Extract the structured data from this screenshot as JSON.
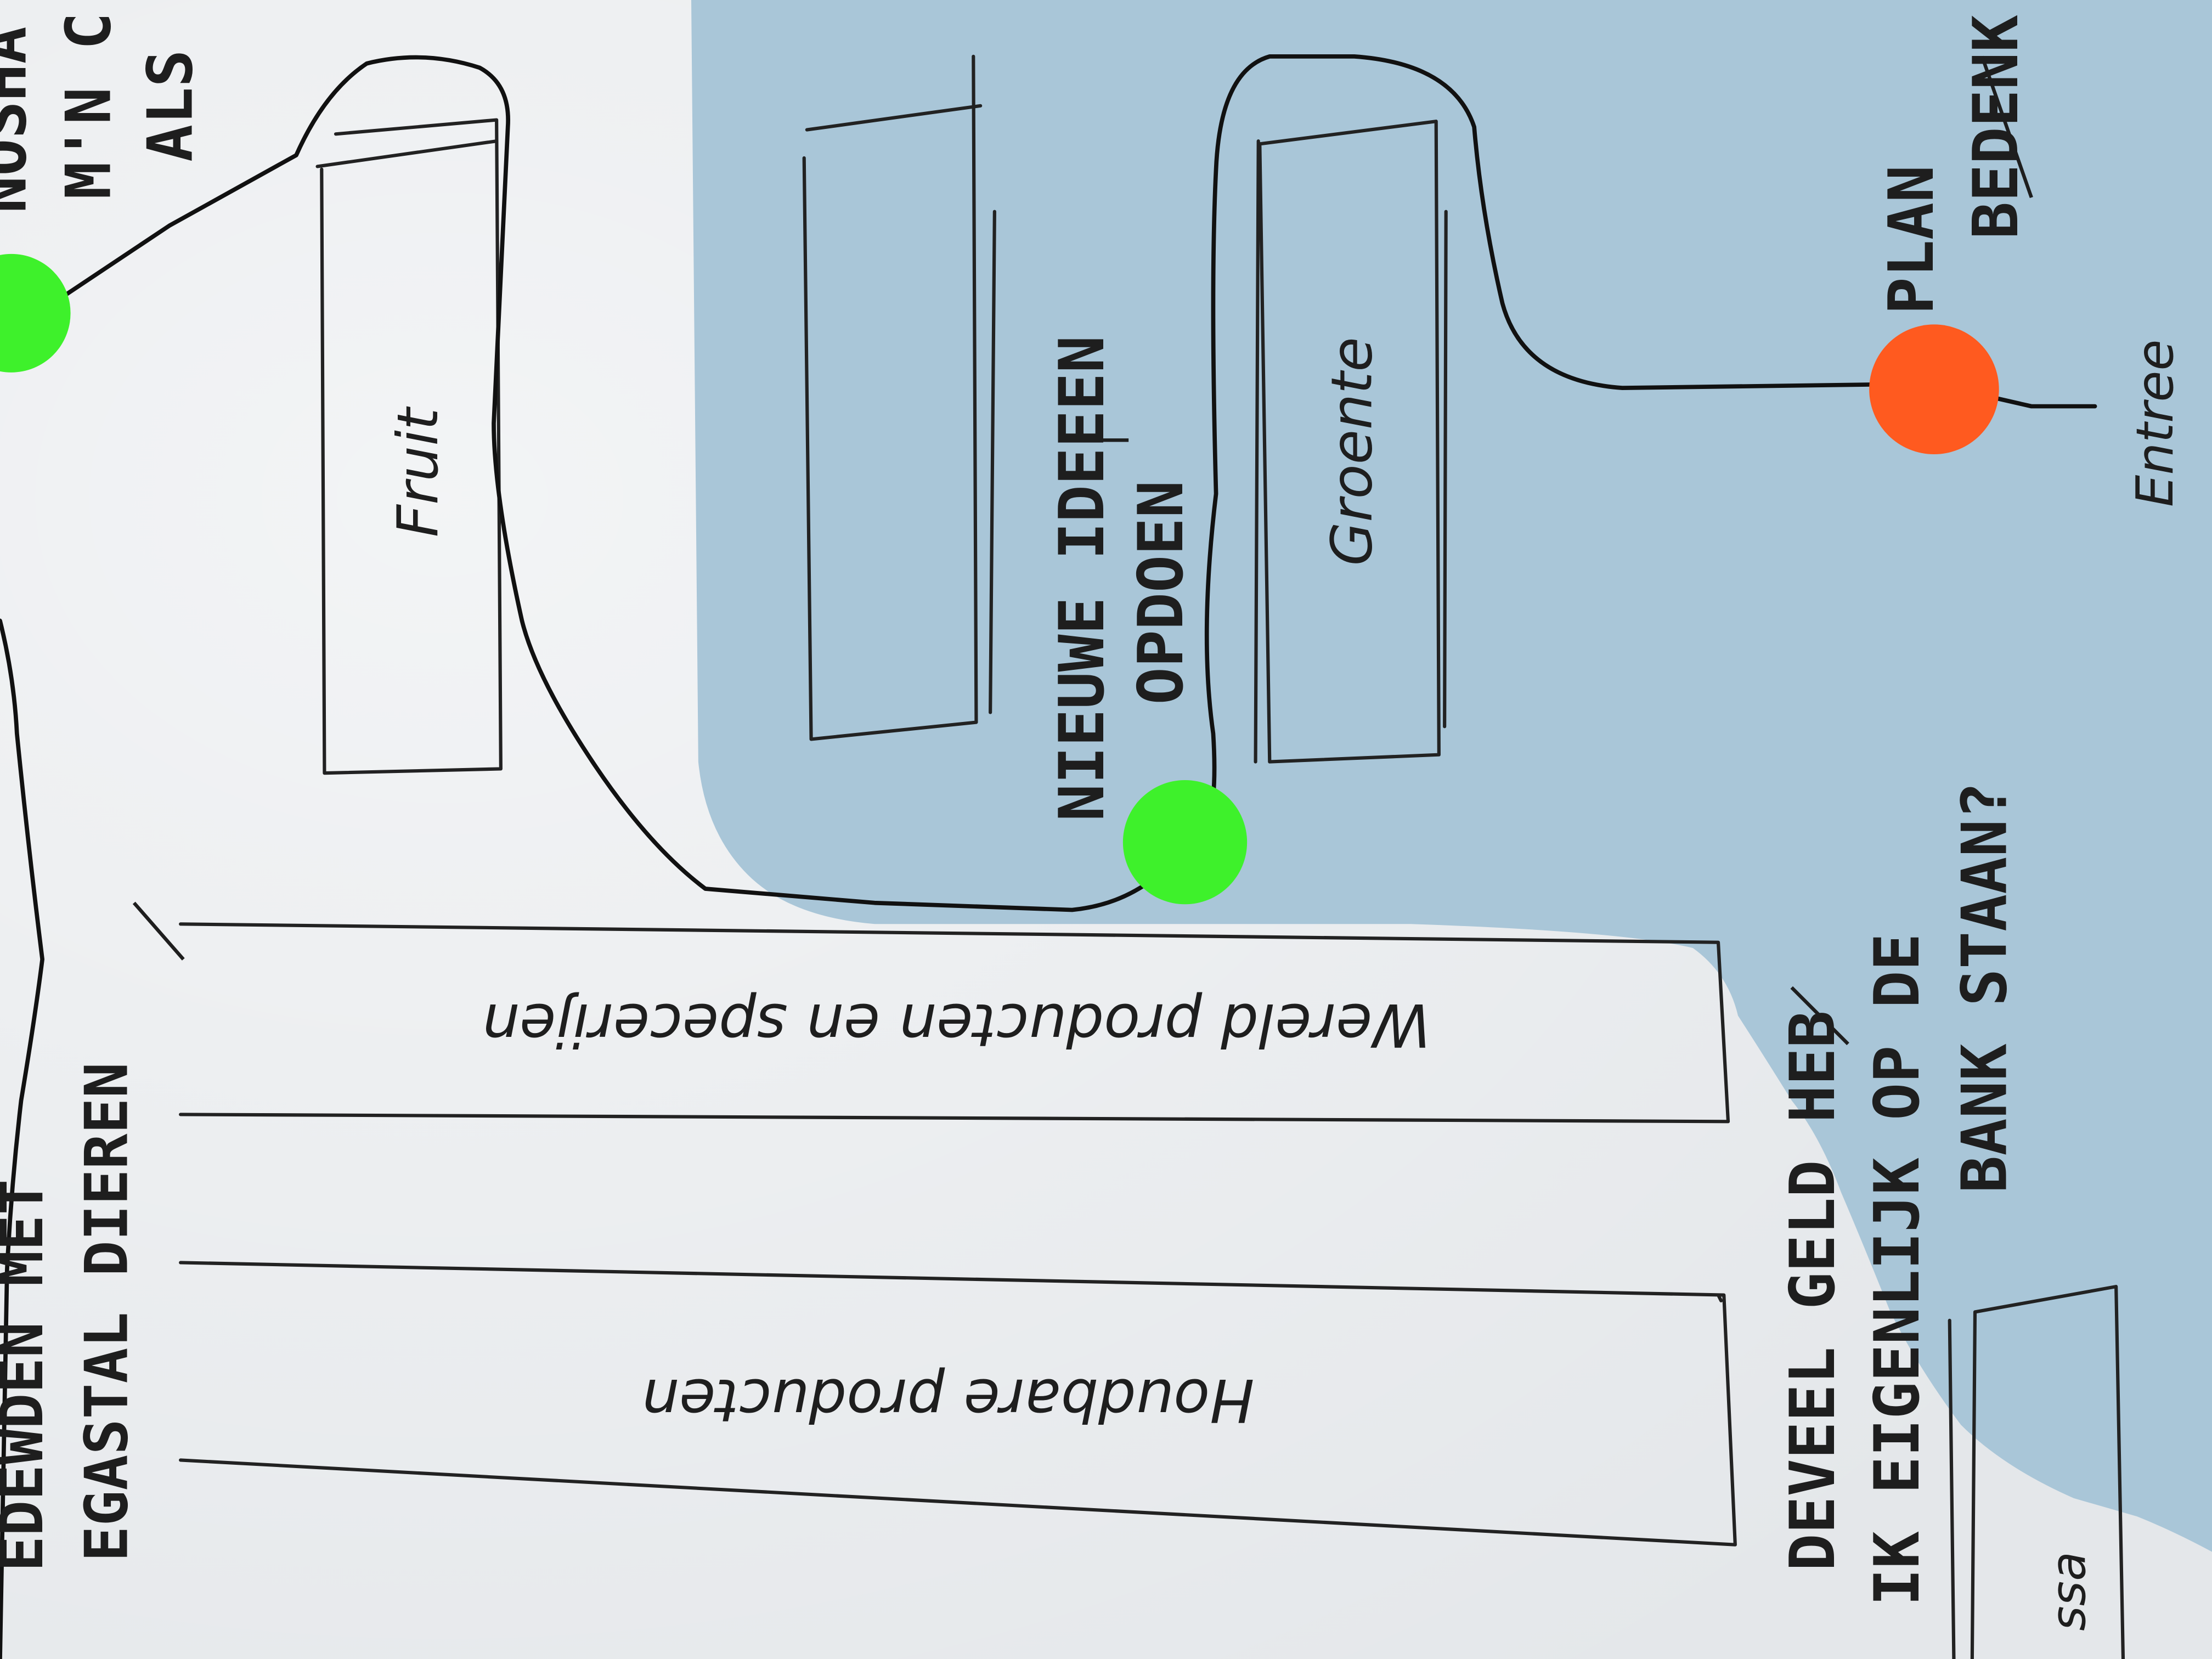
{
  "sections": {
    "fruit": "Fruit",
    "groente": "Groente",
    "wereld": "Wereld producten en specerijen",
    "houdbare": "Houdbare producten",
    "kassa": "ssa"
  },
  "entree": "Entree",
  "notes": {
    "plan_line1": "PLAN",
    "plan_line2": "BEDENK",
    "ideeen_line1": "NIEUWE IDEEEN",
    "ideeen_line2": "OPDOEN",
    "geld_line1": "DEVEEL GELD HEB",
    "geld_line2": "IK EIGENLIJK OP DE",
    "geld_line3": "BANK STAAN?",
    "tevreden_line1": "EDEWDEN MET",
    "tevreden_line2": "EGASTAL DIEREN",
    "top_line1": "NOSHA",
    "top_line2": "M'N C",
    "top_line3": "ALS"
  },
  "colors": {
    "paper": "#e4e7ea",
    "aisle_blue": "#a9c6d8",
    "green_dot": "#3ef12b",
    "orange_dot": "#ff5a1f",
    "ink": "#1e1e1e"
  }
}
